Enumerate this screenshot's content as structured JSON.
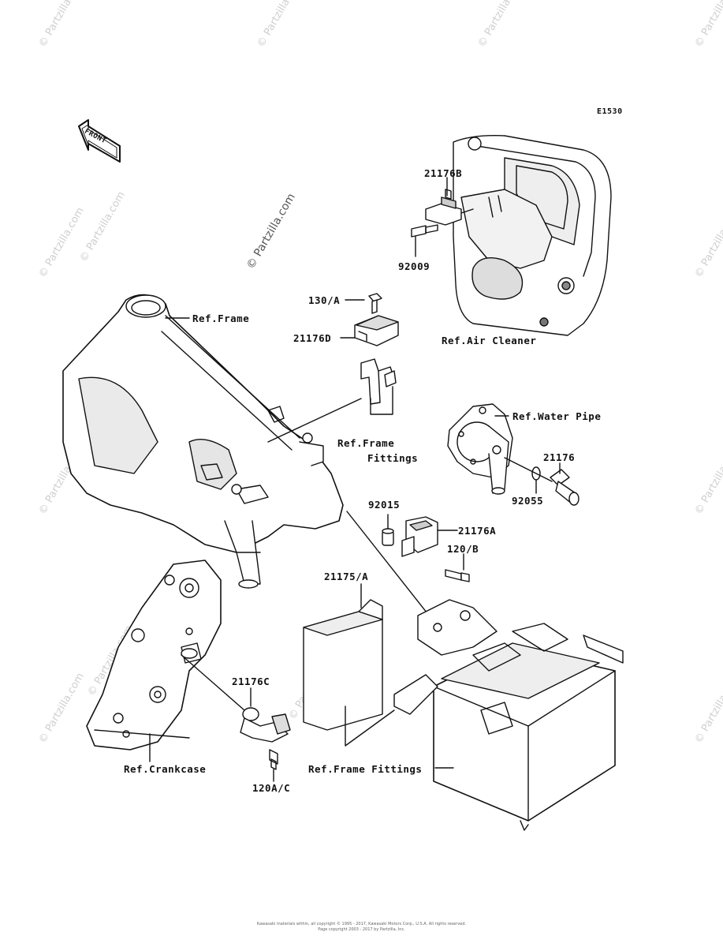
{
  "diagram_code": "E1530",
  "front_label": "FRONT",
  "watermark_diagonal": "© Partzilla.com",
  "watermark_repeat": "© Partzilla.com",
  "labels": {
    "p21176B": "21176B",
    "p92009": "92009",
    "p130A": "130/A",
    "p21176D": "21176D",
    "ref_frame": "Ref.Frame",
    "ref_air_cleaner": "Ref.Air Cleaner",
    "ref_frame_fittings_1": "Ref.Frame",
    "ref_frame_fittings_2": "Fittings",
    "ref_water_pipe": "Ref.Water Pipe",
    "p21176": "21176",
    "p92055": "92055",
    "p92015": "92015",
    "p21176A": "21176A",
    "p120B": "120/B",
    "p21175A": "21175/A",
    "p21176C": "21176C",
    "ref_crankcase": "Ref.Crankcase",
    "p120AC": "120A/C",
    "ref_frame_fittings_bottom": "Ref.Frame Fittings"
  },
  "footer": {
    "line1": "Kawasaki materials within, all copyright © 1995 - 2017, Kawasaki Motors Corp., U.S.A. All rights reserved.",
    "line2": "Page copyright 2003 - 2017 by Partzilla, Inc."
  },
  "colors": {
    "ink": "#111111",
    "watermark": "#cfcfcf"
  }
}
